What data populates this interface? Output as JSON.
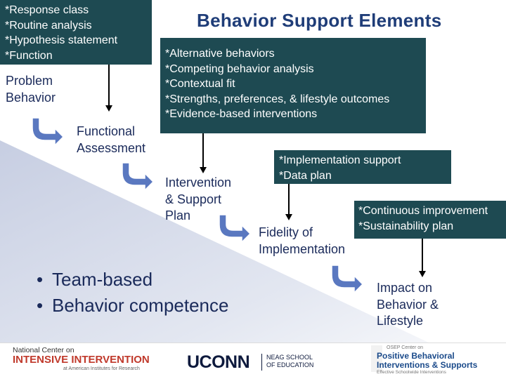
{
  "title": "Behavior Support Elements",
  "boxes": {
    "fba_components": [
      "*Response class",
      "*Routine analysis",
      "*Hypothesis statement",
      "*Function"
    ],
    "plan_components": [
      "*Alternative behaviors",
      "*Competing behavior analysis",
      "*Contextual fit",
      "*Strengths, preferences, & lifestyle outcomes",
      "*Evidence-based interventions"
    ],
    "fidelity_components": [
      "*Implementation support",
      "*Data plan"
    ],
    "impact_components": [
      "*Continuous improvement",
      "*Sustainability plan"
    ]
  },
  "stages": {
    "problem_behavior": [
      "Problem",
      "Behavior"
    ],
    "functional_assessment": [
      "Functional",
      "Assessment"
    ],
    "intervention_plan": [
      "Intervention",
      "& Support",
      "Plan"
    ],
    "fidelity": [
      "Fidelity of",
      "Implementation"
    ],
    "impact": [
      "Impact on",
      "Behavior &",
      "Lifestyle"
    ]
  },
  "bullets": [
    {
      "marker": "•",
      "text": "Team-based"
    },
    {
      "marker": "•",
      "text": "Behavior competence"
    }
  ],
  "footer": {
    "nci": {
      "line1": "National Center on",
      "line2": "INTENSIVE INTERVENTION",
      "line3": "at American Institutes for Research"
    },
    "uconn": {
      "name": "UCONN",
      "school_line1": "NEAG SCHOOL",
      "school_line2": "OF EDUCATION"
    },
    "pbis": {
      "line1": "OSEP Center on",
      "line2": "Positive Behavioral",
      "line3": "Interventions & Supports",
      "line4": "Effective Schoolwide Interventions"
    }
  },
  "colors": {
    "box_fill": "#1e4a52",
    "title_text": "#1f3d78",
    "stage_text": "#1a2a5a",
    "slope_fill": "#cdd4e6",
    "arrow_fill": "#5a78c0"
  }
}
